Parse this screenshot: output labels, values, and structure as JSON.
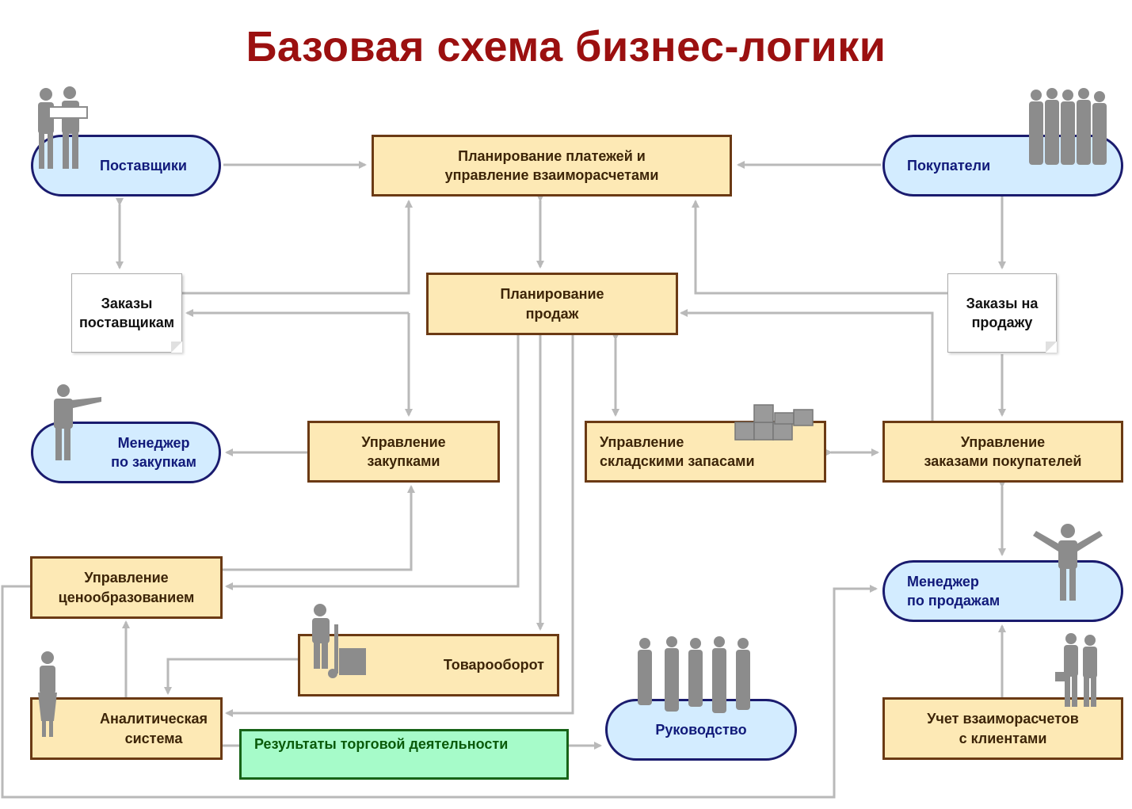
{
  "title": "Базовая схема бизнес-логики",
  "nodes": {
    "suppliers": "Поставщики",
    "buyers": "Покупатели",
    "payments": {
      "line1": "Планирование платежей и",
      "line2": "управление взаиморасчетами"
    },
    "sales_planning": {
      "line1": "Планирование",
      "line2": "продаж"
    },
    "supplier_orders": {
      "line1": "Заказы",
      "line2": "поставщикам"
    },
    "sales_orders": {
      "line1": "Заказы на",
      "line2": "продажу"
    },
    "purchase_manager": {
      "line1": "Менеджер",
      "line2": "по закупкам"
    },
    "purchase_mgmt": {
      "line1": "Управление",
      "line2": "закупками"
    },
    "stock_mgmt": {
      "line1": "Управление",
      "line2": "складскими запасами"
    },
    "customer_orders_mgmt": {
      "line1": "Управление",
      "line2": "заказами покупателей"
    },
    "pricing": {
      "line1": "Управление",
      "line2": "ценообразованием"
    },
    "sales_manager": {
      "line1": "Менеджер",
      "line2": "по продажам"
    },
    "turnover": "Товарооборот",
    "analytics": {
      "line1": "Аналитическая",
      "line2": "система"
    },
    "results": "Результаты торговой деятельности",
    "management": "Руководство",
    "client_settlements": {
      "line1": "Учет взаиморасчетов",
      "line2": "с клиентами"
    }
  },
  "colors": {
    "title": "#9b1010",
    "box_fill": "#fde9b5",
    "box_border": "#6b3a14",
    "pill_fill": "#d3ecff",
    "pill_border": "#1a1b6e",
    "green_fill": "#a6fbc9",
    "green_border": "#176317",
    "connector": "#b9b9b9",
    "figure": "#8c8c8c"
  }
}
